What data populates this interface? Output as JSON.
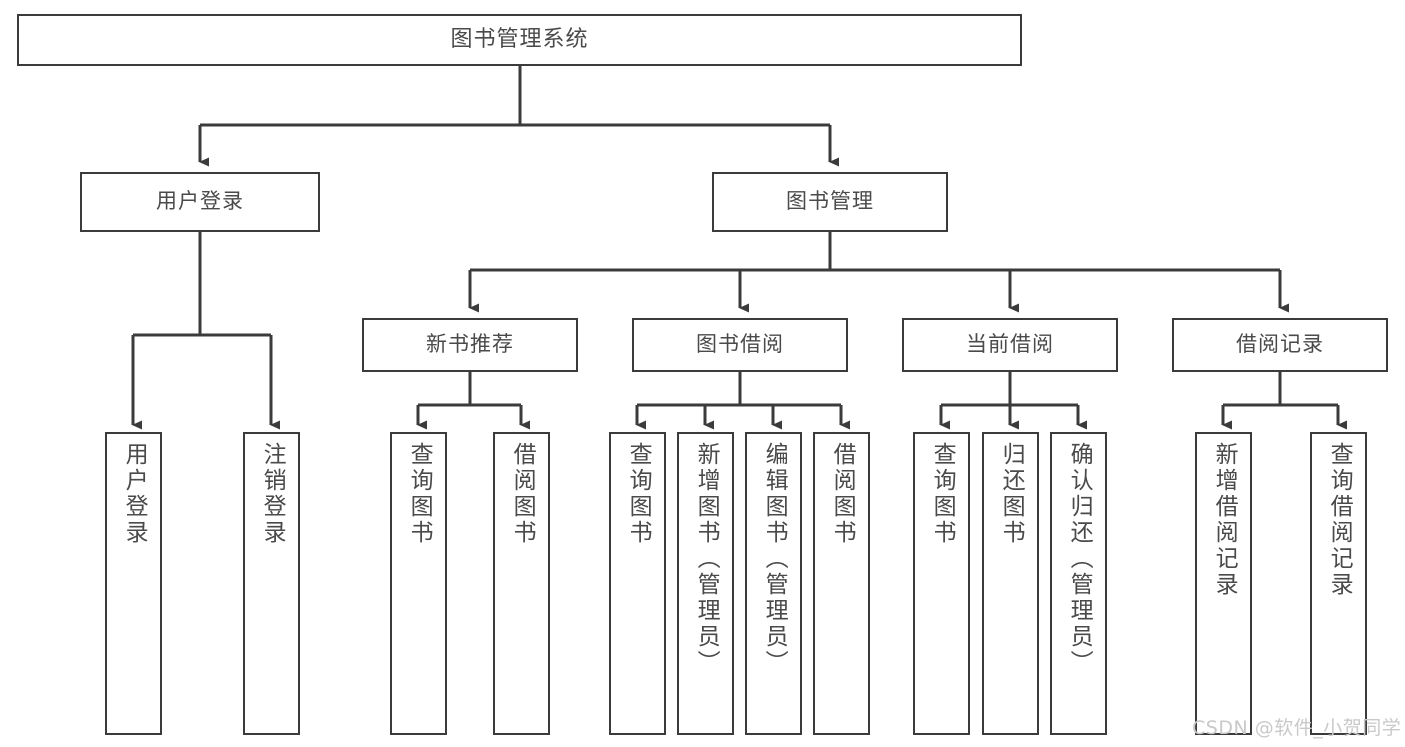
{
  "diagram": {
    "type": "tree",
    "title": "图书管理系统",
    "orientation": "top-down",
    "colors": {
      "box_border": "#3b3b3b",
      "box_fill": "#ffffff",
      "text": "#4a4a4a",
      "edge": "#3b3b3b",
      "background": "#ffffff",
      "watermark": "#c9c9c9"
    },
    "root": {
      "label": "图书管理系统"
    },
    "level2": [
      {
        "label": "用户登录"
      },
      {
        "label": "图书管理"
      }
    ],
    "level3": [
      {
        "label": "新书推荐"
      },
      {
        "label": "图书借阅"
      },
      {
        "label": "当前借阅"
      },
      {
        "label": "借阅记录"
      }
    ],
    "leaves": {
      "user_login": [
        {
          "label": "用户登录"
        },
        {
          "label": "注销登录"
        }
      ],
      "new_book_recommend": [
        {
          "label": "查询图书"
        },
        {
          "label": "借阅图书"
        }
      ],
      "book_borrow": [
        {
          "label": "查询图书"
        },
        {
          "label": "新增图书（管理员）"
        },
        {
          "label": "编辑图书（管理员）"
        },
        {
          "label": "借阅图书"
        }
      ],
      "current_borrow": [
        {
          "label": "查询图书"
        },
        {
          "label": "归还图书"
        },
        {
          "label": "确认归还（管理员）"
        }
      ],
      "borrow_record": [
        {
          "label": "新增借阅记录"
        },
        {
          "label": "查询借阅记录"
        }
      ]
    }
  },
  "watermark": {
    "text": "CSDN @软件_小贺同学"
  }
}
